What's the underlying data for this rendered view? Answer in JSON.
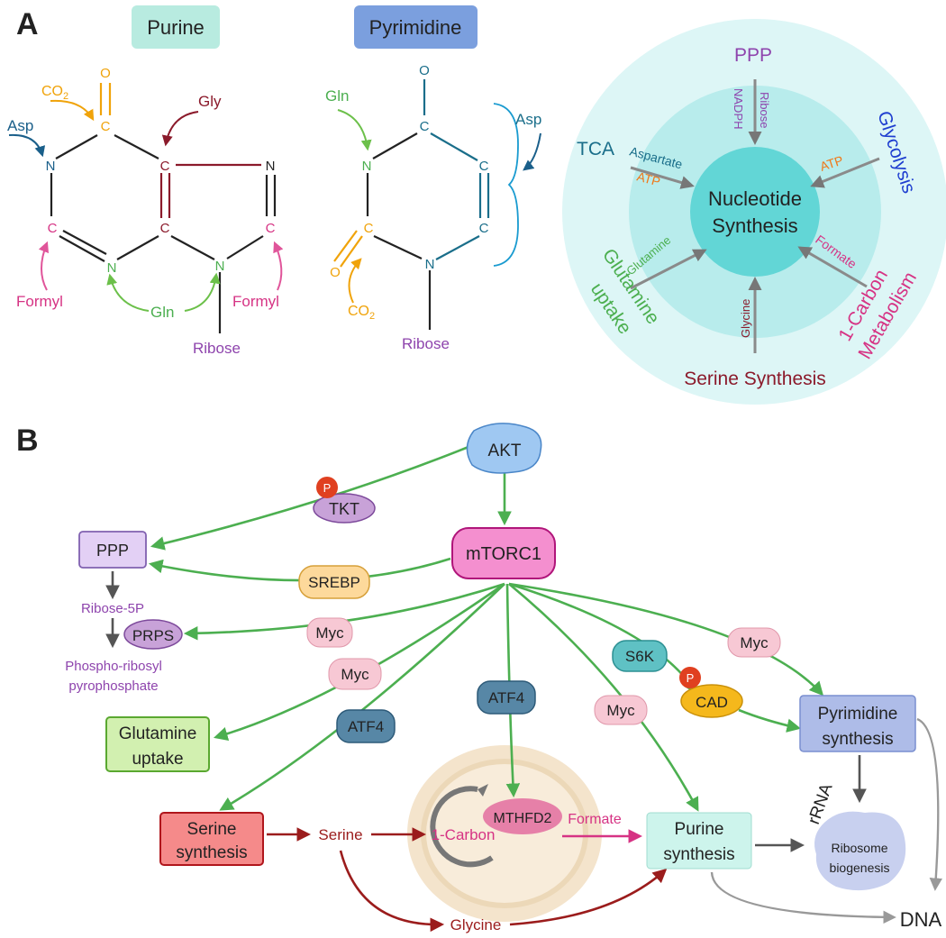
{
  "panel_a": {
    "label": "A",
    "purine": {
      "title": "Purine",
      "atoms": {
        "o_top": "O",
        "c_top": "C",
        "n_left": "N",
        "c_left": "C",
        "n_bottom": "N",
        "c_mid_top": "C",
        "c_mid_bottom": "C",
        "n_right_top": "N",
        "c_right": "C",
        "n_right_bottom": "N"
      },
      "sources": {
        "co2": "CO",
        "co2_sub": "2",
        "asp": "Asp",
        "gly": "Gly",
        "formyl_left": "Formyl",
        "gln": "Gln",
        "formyl_right": "Formyl",
        "ribose": "Ribose"
      }
    },
    "pyrimidine": {
      "title": "Pyrimidine",
      "atoms": {
        "o_top": "O",
        "c_top": "C",
        "n_left": "N",
        "c_right_top": "C",
        "c_left": "C",
        "o_left": "O",
        "c_right_bottom": "C",
        "n_bottom": "N"
      },
      "sources": {
        "gln": "Gln",
        "asp": "Asp",
        "co2": "CO",
        "co2_sub": "2",
        "ribose": "Ribose"
      }
    },
    "circle": {
      "center_line1": "Nucleotide",
      "center_line2": "Synthesis",
      "ppp": "PPP",
      "ribose": "Ribose",
      "nadph": "NADPH",
      "tca": "TCA",
      "aspartate": "Aspartate",
      "atp_left": "ATP",
      "glycolysis": "Glycolysis",
      "atp_right": "ATP",
      "glutamine_uptake_1": "Glutamine",
      "glutamine_uptake_2": "uptake",
      "glutamine": "Glutamine",
      "glycine": "Glycine",
      "formate": "Formate",
      "one_carbon_1": "1-Carbon",
      "one_carbon_2": "Metabolism",
      "serine_synthesis": "Serine Synthesis"
    }
  },
  "panel_b": {
    "label": "B",
    "akt": "AKT",
    "mtorc1": "mTORC1",
    "tkt": "TKT",
    "p": "P",
    "ppp": "PPP",
    "srebp": "SREBP",
    "ribose5p": "Ribose-5P",
    "prps": "PRPS",
    "prpp_1": "Phospho-ribosyl",
    "prpp_2": "pyrophosphate",
    "myc": "Myc",
    "s6k": "S6K",
    "cad": "CAD",
    "atf4": "ATF4",
    "glutamine_uptake_1": "Glutamine",
    "glutamine_uptake_2": "uptake",
    "pyrimidine_synthesis_1": "Pyrimidine",
    "pyrimidine_synthesis_2": "synthesis",
    "serine_synthesis_1": "Serine",
    "serine_synthesis_2": "synthesis",
    "serine": "Serine",
    "one_carbon": "1-Carbon",
    "mthfd2": "MTHFD2",
    "formate": "Formate",
    "purine_synthesis_1": "Purine",
    "purine_synthesis_2": "synthesis",
    "rrna": "rRNA",
    "ribosome_1": "Ribosome",
    "ribosome_2": "biogenesis",
    "glycine": "Glycine",
    "dna": "DNA"
  },
  "colors": {
    "green_arrow": "#4caf50",
    "red_arrow": "#9b1c1c",
    "gray_arrow": "#555555",
    "purple": "#8e44ad",
    "magenta": "#d63384",
    "orange": "#f0a30a",
    "teal": "#1a6e8a",
    "blue": "#1f3fd0"
  }
}
